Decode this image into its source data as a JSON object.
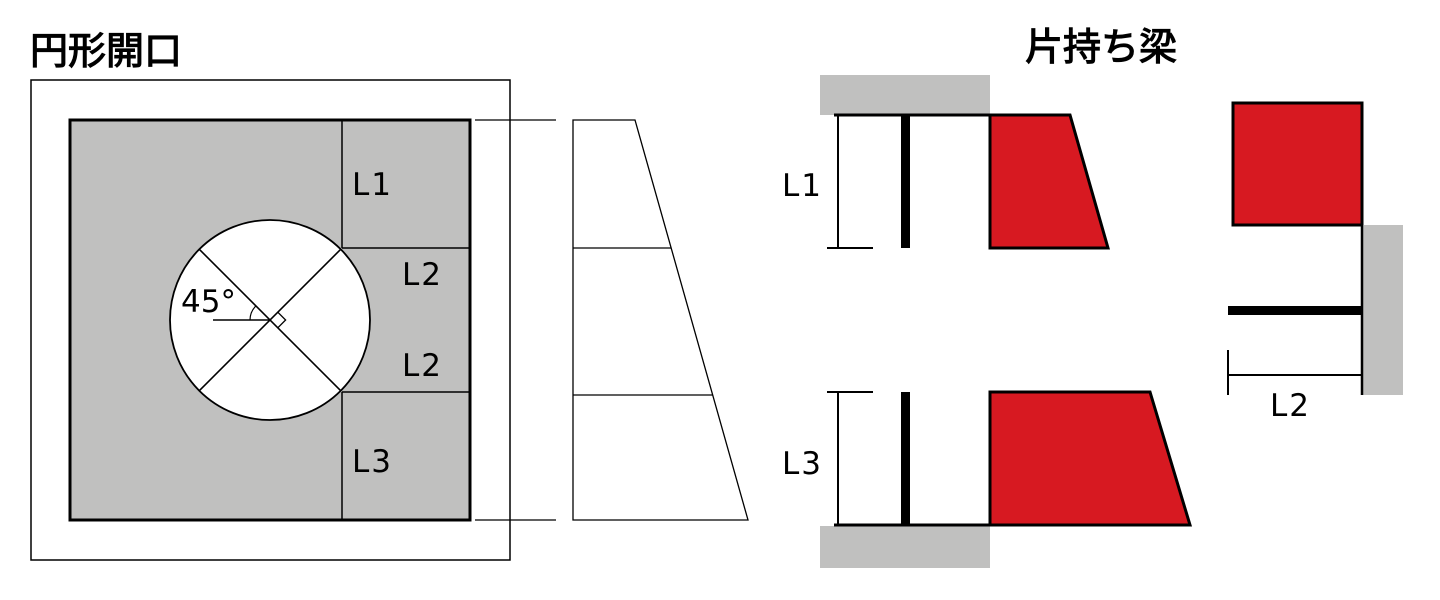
{
  "left_title": "円形開口",
  "right_title": "片持ち梁",
  "opening": {
    "angle_label": "45°",
    "labels": [
      "L1",
      "L2",
      "L2",
      "L3"
    ]
  },
  "cantilever": {
    "top_label": "L1",
    "bottom_label": "L3",
    "side_label": "L2"
  },
  "colors": {
    "gray": "#c0c0bf",
    "red": "#d71921",
    "line": "#000000"
  }
}
